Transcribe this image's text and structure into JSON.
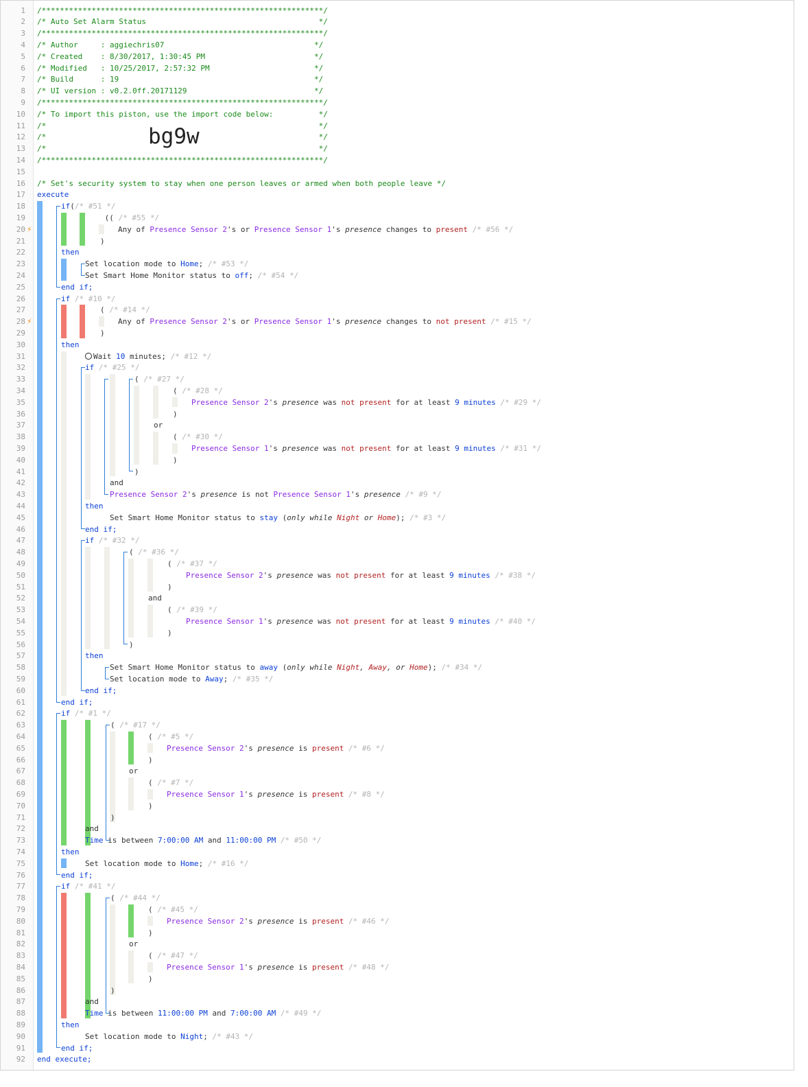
{
  "line_numbers": [
    "1",
    "2",
    "3",
    "4",
    "5",
    "6",
    "7",
    "8",
    "9",
    "10",
    "11",
    "12",
    "13",
    "14",
    "15",
    "16",
    "17",
    "18",
    "19",
    "20",
    "21",
    "22",
    "23",
    "24",
    "25",
    "26",
    "27",
    "28",
    "29",
    "30",
    "31",
    "32",
    "33",
    "34",
    "35",
    "36",
    "37",
    "38",
    "39",
    "40",
    "41",
    "42",
    "43",
    "44",
    "45",
    "46",
    "47",
    "48",
    "49",
    "50",
    "51",
    "52",
    "53",
    "54",
    "55",
    "56",
    "57",
    "58",
    "59",
    "60",
    "61",
    "62",
    "63",
    "64",
    "65",
    "66",
    "67",
    "68",
    "69",
    "70",
    "71",
    "72",
    "73",
    "74",
    "75",
    "76",
    "77",
    "78",
    "79",
    "80",
    "81",
    "82",
    "83",
    "84",
    "85",
    "86",
    "87",
    "88",
    "89",
    "90",
    "91",
    "92"
  ],
  "trigger_icon": "⚡",
  "header": {
    "stars": "/**************************************************************/",
    "title": "/* Auto Set Alarm Status                                      */",
    "author": "/* Author     : aggiechris07                                 */",
    "created": "/* Created    : 8/30/2017, 1:30:45 PM                        */",
    "modified": "/* Modified   : 10/25/2017, 2:57:32 PM                       */",
    "build": "/* Build      : 19                                           */",
    "ui_version": "/* UI version : v0.2.0ff.20171129                            */",
    "import_note": "/* To import this piston, use the import code below:          */",
    "blank": "/*                                                            */",
    "import_code": "bg9w"
  },
  "description": "/* Set's security system to stay when one person leaves or armed when both people leave */",
  "kw": {
    "execute": "execute",
    "end_execute": "end execute;",
    "if": "if",
    "then": "then",
    "end_if": "end if;",
    "or": "or",
    "and": "and",
    "open": "(",
    "close": ")"
  },
  "words": {
    "any_of": "Any of ",
    "s_or": "'s or ",
    "s": "'s ",
    "presence": "presence",
    "changes_to": " changes to ",
    "was": " was ",
    "for_at_least": " for at least ",
    "is": " is ",
    "is_not": " is not ",
    "is_between": " is between ",
    "and_w": " and ",
    "set_location_mode": "Set location mode to ",
    "set_shm": "Set Smart Home Monitor status to ",
    "wait": "Wait ",
    "minutes_w": " minutes;",
    "only_while": "only while",
    "semicolon": ";",
    "comma": ", ",
    "or_w": " or ",
    "comma_or": ", or ",
    "paren_open": " (",
    "paren_close": ");"
  },
  "devices": {
    "sensor2": "Presence Sensor 2",
    "sensor1": "Presence Sensor 1"
  },
  "values": {
    "present": "present",
    "not_present": "not present",
    "home": "Home",
    "off": "off",
    "stay": "stay",
    "away_shm": "away",
    "away_mode": "Away",
    "night": "Night",
    "away_cap": "Away",
    "ten": "10",
    "nine": "9",
    "minutes": " minutes",
    "time": "Time",
    "t_7am": "7:00:00 AM",
    "t_11pm": "11:00:00 PM"
  },
  "comments": {
    "c51": "/* #51 */",
    "c55": "/* #55 */",
    "c56": "/* #56 */",
    "c53": "/* #53 */",
    "c54": "/* #54 */",
    "c10": "/* #10 */",
    "c14": "/* #14 */",
    "c15": "/* #15 */",
    "c12": "/* #12 */",
    "c25": "/* #25 */",
    "c27": "/* #27 */",
    "c28": "/* #28 */",
    "c29": "/* #29 */",
    "c30": "/* #30 */",
    "c31": "/* #31 */",
    "c9": "/* #9 */",
    "c3": "/* #3 */",
    "c32": "/* #32 */",
    "c36": "/* #36 */",
    "c37": "/* #37 */",
    "c38": "/* #38 */",
    "c39": "/* #39 */",
    "c40": "/* #40 */",
    "c34": "/* #34 */",
    "c35": "/* #35 */",
    "c1": "/* #1 */",
    "c17": "/* #17 */",
    "c5": "/* #5 */",
    "c6": "/* #6 */",
    "c7": "/* #7 */",
    "c8": "/* #8 */",
    "c50": "/* #50 */",
    "c16": "/* #16 */",
    "c41": "/* #41 */",
    "c44": "/* #44 */",
    "c45": "/* #45 */",
    "c46": "/* #46 */",
    "c47": "/* #47 */",
    "c48": "/* #48 */",
    "c49": "/* #49 */",
    "c43": "/* #43 */"
  },
  "colors": {
    "keyword": "#0b3fd6",
    "device": "#8a2be2",
    "value": "#b22222",
    "comment": "#b3b3b3",
    "header": "#1b8a1b",
    "bar_true": "#75d56c",
    "bar_false": "#f07a70",
    "bar_exec": "#75b4f5",
    "trigger": "#f5901f"
  }
}
